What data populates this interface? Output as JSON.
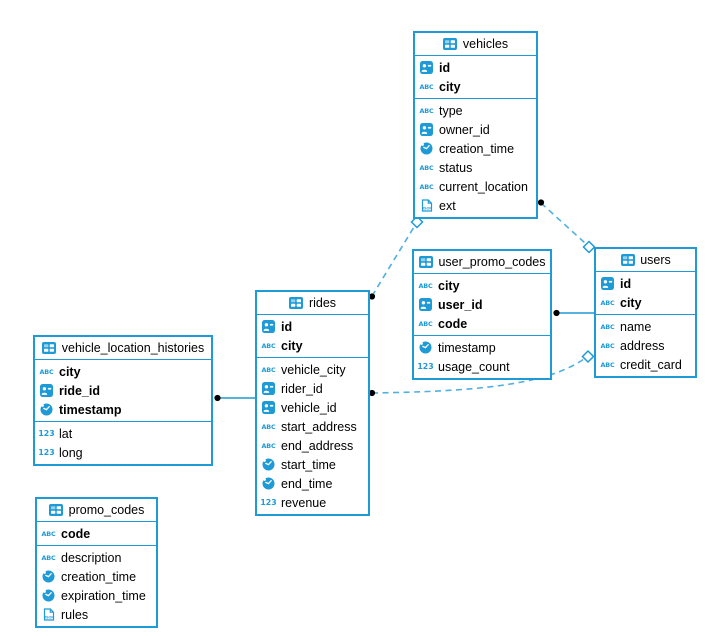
{
  "diagram": {
    "title": "entity-relationship-diagram",
    "colors": {
      "accent": "#1e9ad6",
      "relationship_dashed_line": "#4fb0e2",
      "relationship_solid_line": "#1e9ad6",
      "endpoint_dot": "#000000",
      "diamond_fill": "#ffffff",
      "background": "#ffffff",
      "text": "#000000"
    },
    "icon_types": {
      "header": "table-icon",
      "id": "id-badge-icon",
      "text": "abc-icon",
      "time": "clock-icon",
      "number": "123-icon",
      "json": "json-icon"
    },
    "tables": [
      {
        "id": "vehicles",
        "title": "vehicles",
        "pk_columns": [
          {
            "name": "id",
            "type": "id"
          },
          {
            "name": "city",
            "type": "text"
          }
        ],
        "columns": [
          {
            "name": "type",
            "type": "text"
          },
          {
            "name": "owner_id",
            "type": "id"
          },
          {
            "name": "creation_time",
            "type": "time"
          },
          {
            "name": "status",
            "type": "text"
          },
          {
            "name": "current_location",
            "type": "text"
          },
          {
            "name": "ext",
            "type": "json"
          }
        ]
      },
      {
        "id": "user_promo_codes",
        "title": "user_promo_codes",
        "pk_columns": [
          {
            "name": "city",
            "type": "text"
          },
          {
            "name": "user_id",
            "type": "id"
          },
          {
            "name": "code",
            "type": "text"
          }
        ],
        "columns": [
          {
            "name": "timestamp",
            "type": "time"
          },
          {
            "name": "usage_count",
            "type": "number"
          }
        ]
      },
      {
        "id": "users",
        "title": "users",
        "pk_columns": [
          {
            "name": "id",
            "type": "id"
          },
          {
            "name": "city",
            "type": "text"
          }
        ],
        "columns": [
          {
            "name": "name",
            "type": "text"
          },
          {
            "name": "address",
            "type": "text"
          },
          {
            "name": "credit_card",
            "type": "text"
          }
        ]
      },
      {
        "id": "rides",
        "title": "rides",
        "pk_columns": [
          {
            "name": "id",
            "type": "id"
          },
          {
            "name": "city",
            "type": "text"
          }
        ],
        "columns": [
          {
            "name": "vehicle_city",
            "type": "text"
          },
          {
            "name": "rider_id",
            "type": "id"
          },
          {
            "name": "vehicle_id",
            "type": "id"
          },
          {
            "name": "start_address",
            "type": "text"
          },
          {
            "name": "end_address",
            "type": "text"
          },
          {
            "name": "start_time",
            "type": "time"
          },
          {
            "name": "end_time",
            "type": "time"
          },
          {
            "name": "revenue",
            "type": "number"
          }
        ]
      },
      {
        "id": "vehicle_location_histories",
        "title": "vehicle_location_histories",
        "pk_columns": [
          {
            "name": "city",
            "type": "text"
          },
          {
            "name": "ride_id",
            "type": "id"
          },
          {
            "name": "timestamp",
            "type": "time"
          }
        ],
        "columns": [
          {
            "name": "lat",
            "type": "number"
          },
          {
            "name": "long",
            "type": "number"
          }
        ]
      },
      {
        "id": "promo_codes",
        "title": "promo_codes",
        "pk_columns": [
          {
            "name": "code",
            "type": "text"
          }
        ],
        "columns": [
          {
            "name": "description",
            "type": "text"
          },
          {
            "name": "creation_time",
            "type": "time"
          },
          {
            "name": "expiration_time",
            "type": "time"
          },
          {
            "name": "rules",
            "type": "json"
          }
        ]
      }
    ],
    "relationships": [
      {
        "from": "vehicle_location_histories",
        "to": "rides",
        "style": "solid",
        "from_marker": "dot",
        "to_marker": "none"
      },
      {
        "from": "user_promo_codes",
        "to": "users",
        "style": "solid",
        "from_marker": "dot",
        "to_marker": "none"
      },
      {
        "from": "rides",
        "to": "vehicles",
        "style": "dashed",
        "from_marker": "dot",
        "to_marker": "diamond"
      },
      {
        "from": "vehicles",
        "to": "users",
        "style": "dashed",
        "from_marker": "dot",
        "to_marker": "diamond"
      },
      {
        "from": "rides",
        "to": "users",
        "style": "dashed",
        "from_marker": "dot",
        "to_marker": "diamond"
      }
    ]
  }
}
